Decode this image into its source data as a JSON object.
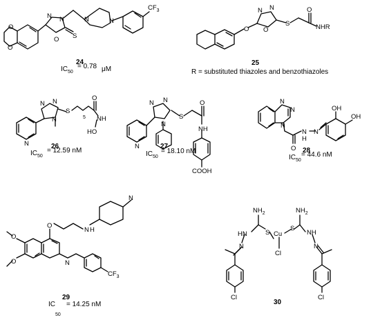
{
  "compounds": [
    {
      "number": "24",
      "ic50_label": "IC",
      "ic50_sub": "50",
      "ic50_value": "= 0.78",
      "ic50_unit": "μM",
      "atoms": {
        "o1": "O",
        "o2": "O",
        "n1": "N",
        "n2": "N",
        "n3": "N",
        "n4": "N",
        "o3": "O",
        "s": "S",
        "cf3": "CF",
        "cf3_sub": "3"
      }
    },
    {
      "number": "25",
      "caption": "R = substituted thiazoles and benzothiazoles",
      "atoms": {
        "o1": "O",
        "n1": "N",
        "n2": "N",
        "o2": "O",
        "s": "S",
        "o3": "O",
        "nhr": "NHR"
      }
    },
    {
      "number": "26",
      "ic50_label": "IC",
      "ic50_sub": "50",
      "ic50_value": "= 12.59 nM",
      "atoms": {
        "n1": "N",
        "n2": "N",
        "n3": "N",
        "n4": "N",
        "s": "S",
        "sub5": "5",
        "o": "O",
        "nh": "NH",
        "ho": "HO"
      }
    },
    {
      "number": "27",
      "ic50_label": "IC",
      "ic50_sub": "50",
      "ic50_value": "= 18.10 nM",
      "atoms": {
        "n1": "N",
        "n2": "N",
        "n3": "N",
        "n4": "N",
        "s": "S",
        "o": "O",
        "nh": "NH",
        "cooh": "COOH"
      }
    },
    {
      "number": "28",
      "ic50_label": "IC",
      "ic50_sub": "50",
      "ic50_value": "= 44.6 nM",
      "atoms": {
        "n1": "N",
        "n2": "N",
        "n3": "N",
        "o": "O",
        "n4": "N",
        "h": "H",
        "n5": "N",
        "oh1": "OH",
        "oh2": "OH"
      }
    },
    {
      "number": "29",
      "ic50_label": "IC",
      "ic50_sub": "50",
      "ic50_value": "= 14.25 nM",
      "atoms": {
        "n1": "N",
        "n2": "N",
        "h": "H",
        "o1": "O",
        "o2": "O",
        "o3": "O",
        "n3": "N",
        "cf3": "CF",
        "cf3_sub": "3"
      }
    },
    {
      "number": "30",
      "atoms": {
        "nh2a": "NH",
        "nh2a_sub": "2",
        "nh2b": "NH",
        "nh2b_sub": "2",
        "hn": "HN",
        "nh": "NH",
        "s1": "S",
        "s2": "S",
        "cu": "Cu",
        "cl": "Cl",
        "n1": "N",
        "n2": "N",
        "cl1": "Cl",
        "cl2": "Cl"
      }
    }
  ]
}
